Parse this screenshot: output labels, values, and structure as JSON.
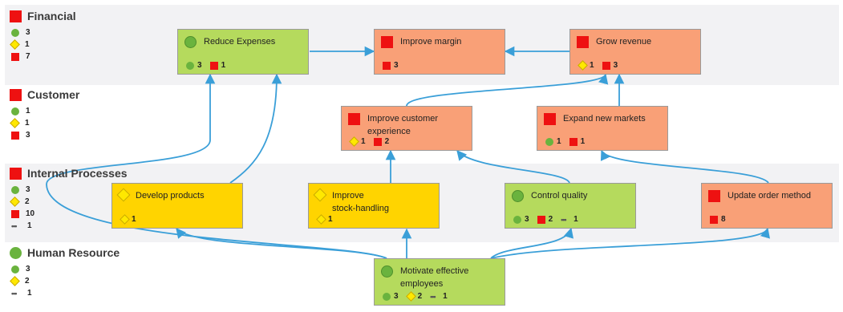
{
  "perspectives": [
    {
      "name": "Financial",
      "icon": "red-square-icon",
      "counts": {
        "circle": "3",
        "diamond": "1",
        "square": "7"
      }
    },
    {
      "name": "Customer",
      "icon": "red-square-icon",
      "counts": {
        "circle": "1",
        "diamond": "1",
        "square": "3"
      }
    },
    {
      "name": "Internal Processes",
      "icon": "red-square-icon",
      "counts": {
        "circle": "3",
        "diamond": "2",
        "square": "10",
        "dots": "1"
      }
    },
    {
      "name": "Human Resource",
      "icon": "green-circle-icon",
      "counts": {
        "circle": "3",
        "diamond": "2",
        "dots": "1"
      }
    }
  ],
  "nodes": {
    "reduce_expenses": {
      "title": "Reduce Expenses",
      "circle": "3",
      "square": "1"
    },
    "improve_margin": {
      "title": "Improve margin",
      "square": "3"
    },
    "grow_revenue": {
      "title": "Grow revenue",
      "diamond": "1",
      "square": "3"
    },
    "improve_customer_experience": {
      "title_line1": "Improve customer",
      "title_line2": "experience",
      "diamond": "1",
      "square": "2"
    },
    "expand_new_markets": {
      "title": "Expand new markets",
      "circle": "1",
      "square": "1"
    },
    "develop_products": {
      "title": "Develop products",
      "diamond": "1"
    },
    "improve_stock_handling": {
      "title_line1": "Improve",
      "title_line2": "stock-handling",
      "diamond": "1"
    },
    "control_quality": {
      "title": "Control quality",
      "circle": "3",
      "square": "2",
      "dots": "1"
    },
    "update_order_method": {
      "title": "Update order method",
      "square": "8"
    },
    "motivate_effective_employees": {
      "title_line1": "Motivate effective",
      "title_line2": "employees",
      "circle": "3",
      "diamond": "2",
      "dots": "1"
    }
  },
  "colors": {
    "objective_red": "#ee1111",
    "kpi_green": "#6ab33e",
    "initiative_yellow": "#ffe800",
    "link_blue": "#3a9fd8",
    "orange_node": "#f9a077",
    "green_node": "#b5da5d",
    "yellow_node": "#ffd400"
  }
}
